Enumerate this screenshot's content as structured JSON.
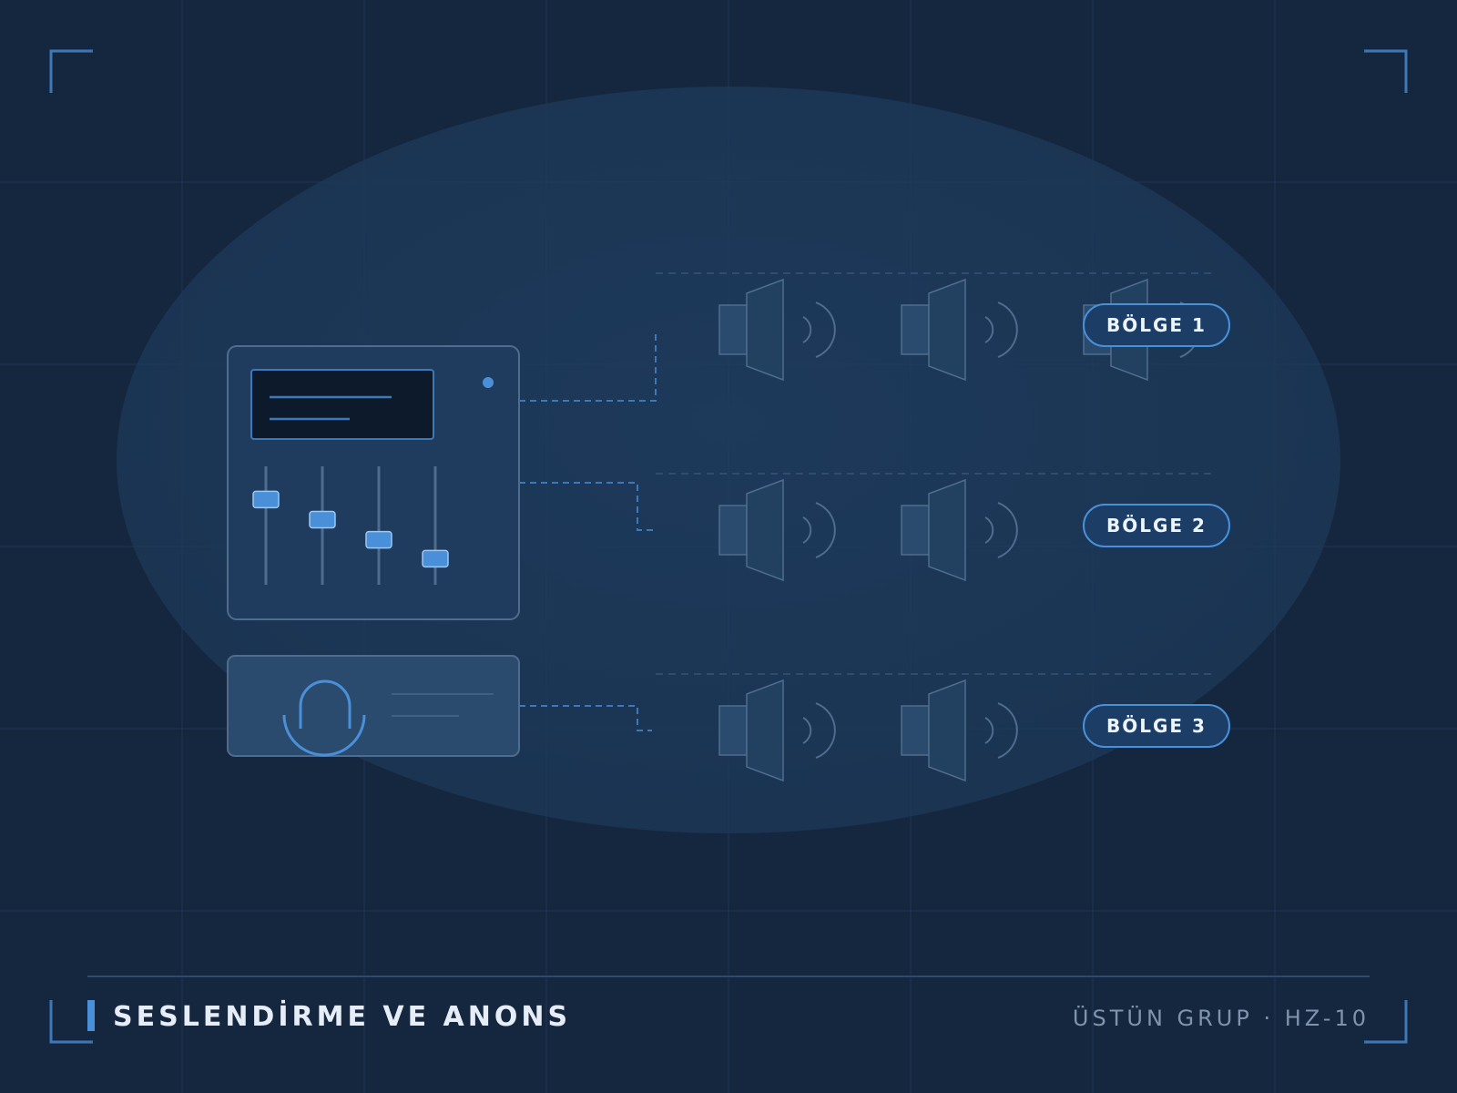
{
  "zones": [
    {
      "label": "BÖLGE 1"
    },
    {
      "label": "BÖLGE 2"
    },
    {
      "label": "BÖLGE 3"
    }
  ],
  "mixer": {
    "fader_levels": [
      0.72,
      0.55,
      0.38,
      0.22
    ]
  },
  "footer": {
    "title": "SESLENDİRME VE ANONS",
    "brand": "ÜSTÜN GRUP · HZ-10"
  },
  "colors": {
    "background": "#15273f",
    "accent": "#4a90d9",
    "panel": "#1e3a5c",
    "speaker": "#2a4a6e",
    "stroke": "#4f6c8e"
  },
  "icons": [
    "mixer-console-icon",
    "microphone-icon",
    "speaker-icon",
    "sound-wave-icon"
  ]
}
